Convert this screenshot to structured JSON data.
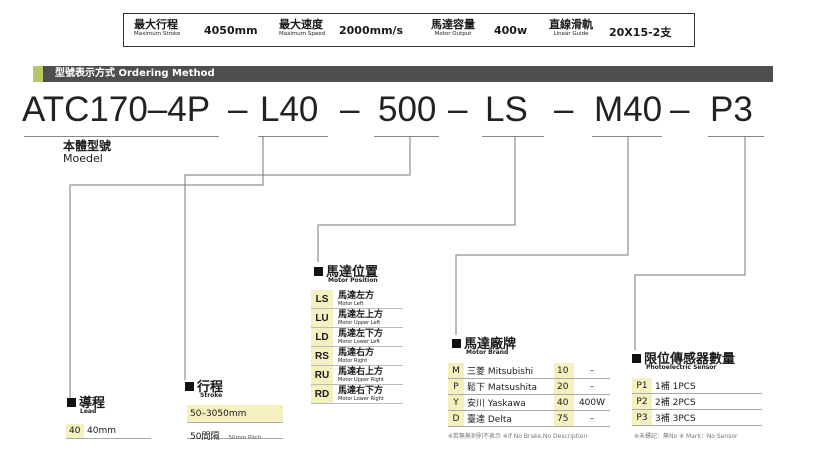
{
  "spec": [
    {
      "zh": "最大行程",
      "en": "Maximum Stroke",
      "value": "4050mm"
    },
    {
      "zh": "最大速度",
      "en": "Maximum Speed",
      "value": "2000mm/s"
    },
    {
      "zh": "馬達容量",
      "en": "Motor Output",
      "value": "400w"
    },
    {
      "zh": "直線滑軌",
      "en": "Linear Guide",
      "value": "20X15-2支"
    }
  ],
  "ordering": {
    "title": "型號表示方式  Ordering Method"
  },
  "model_code": {
    "parts": [
      "ATC170–4P",
      "–",
      "L40",
      "–",
      "500",
      "–",
      "LS",
      "–",
      "M40",
      "–",
      "P3"
    ]
  },
  "model": {
    "zh": "本體型號",
    "en": "Moedel"
  },
  "lead": {
    "zh": "導程",
    "en": "Lead",
    "rows": [
      {
        "code": "40",
        "value": "40mm"
      }
    ]
  },
  "stroke": {
    "zh": "行程",
    "en": "Stroke",
    "range": "50–3050mm",
    "pitch_zh": "50間隔",
    "pitch_en": "50mm Pitch"
  },
  "motor_position": {
    "zh": "馬達位置",
    "en": "Motor Position",
    "rows": [
      {
        "code": "LS",
        "zh": "馬達左方",
        "en": "Motor Left"
      },
      {
        "code": "LU",
        "zh": "馬達左上方",
        "en": "Motor Upper Left"
      },
      {
        "code": "LD",
        "zh": "馬達左下方",
        "en": "Motor Lower Left"
      },
      {
        "code": "RS",
        "zh": "馬達右方",
        "en": "Motor Right"
      },
      {
        "code": "RU",
        "zh": "馬達右上方",
        "en": "Motor Upper Right"
      },
      {
        "code": "RD",
        "zh": "馬達右下方",
        "en": "Motor Lower Right"
      }
    ]
  },
  "motor_brand": {
    "zh": "馬達廠牌",
    "en": "Motor Brand",
    "rows": [
      {
        "code": "M",
        "name": "三菱 Mitsubishi",
        "num": "10",
        "output": "–"
      },
      {
        "code": "P",
        "name": "鬆下 Matsushita",
        "num": "20",
        "output": "–"
      },
      {
        "code": "Y",
        "name": "安川 Yaskawa",
        "num": "40",
        "output": "400W"
      },
      {
        "code": "D",
        "name": "臺達 Delta",
        "num": "75",
        "output": "–"
      }
    ],
    "note": "※若無無剎則不表示 ※If No Brake,No Description"
  },
  "sensor": {
    "zh": "限位傳感器數量",
    "en": "Photoelectric Sensor",
    "rows": [
      {
        "code": "P1",
        "value": "1補 1PCS"
      },
      {
        "code": "P2",
        "value": "2補 2PCS"
      },
      {
        "code": "P3",
        "value": "3補 3PCS"
      }
    ],
    "note": "※未標記：無No ※ Mark：No Sensor"
  }
}
